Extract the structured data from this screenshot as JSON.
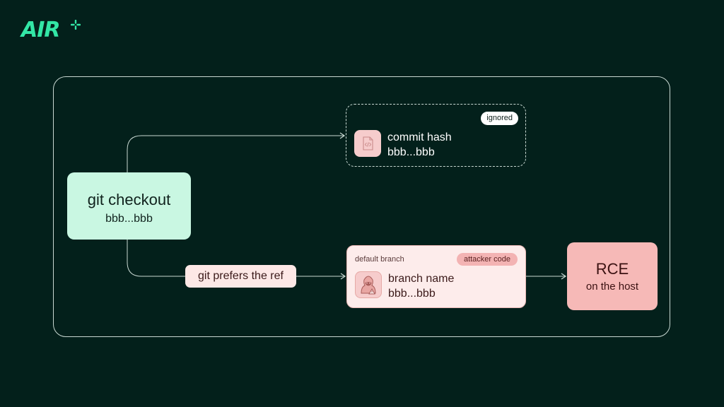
{
  "logo": {
    "text": "AIR"
  },
  "colors": {
    "background": "#03201b",
    "accent": "#33e6a6",
    "mint": "#c9f7e2",
    "pink": "#f6b9b7",
    "line": "#c8d8d2"
  },
  "checkout": {
    "title": "git checkout",
    "value": "bbb...bbb"
  },
  "commit": {
    "badge": "ignored",
    "icon": "code-file-icon",
    "label": "commit hash",
    "value": "bbb...bbb"
  },
  "edge_label": "git prefers the ref",
  "branch": {
    "tag": "default branch",
    "badge": "attacker code",
    "icon": "hacker-icon",
    "label": "branch name",
    "value": "bbb...bbb"
  },
  "rce": {
    "title": "RCE",
    "subtitle": "on the host"
  }
}
